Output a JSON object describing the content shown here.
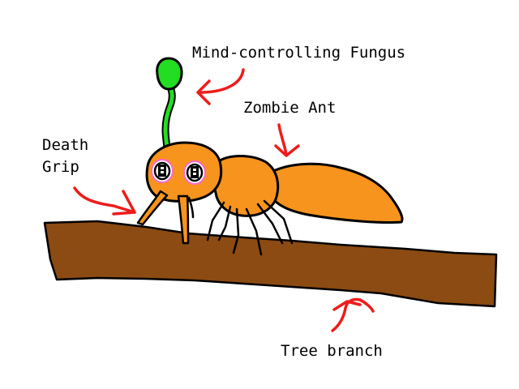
{
  "labels": {
    "fungus": "Mind-controlling Fungus",
    "zombie_ant": "Zombie Ant",
    "death": "Death",
    "grip": "Grip",
    "tree_branch": "Tree branch"
  },
  "colors": {
    "ant": "#f7941d",
    "branch": "#8b4b12",
    "fungus": "#22dd22",
    "arrow": "#ee1c1c",
    "eye": "#ff66cc",
    "outline": "#000000"
  }
}
